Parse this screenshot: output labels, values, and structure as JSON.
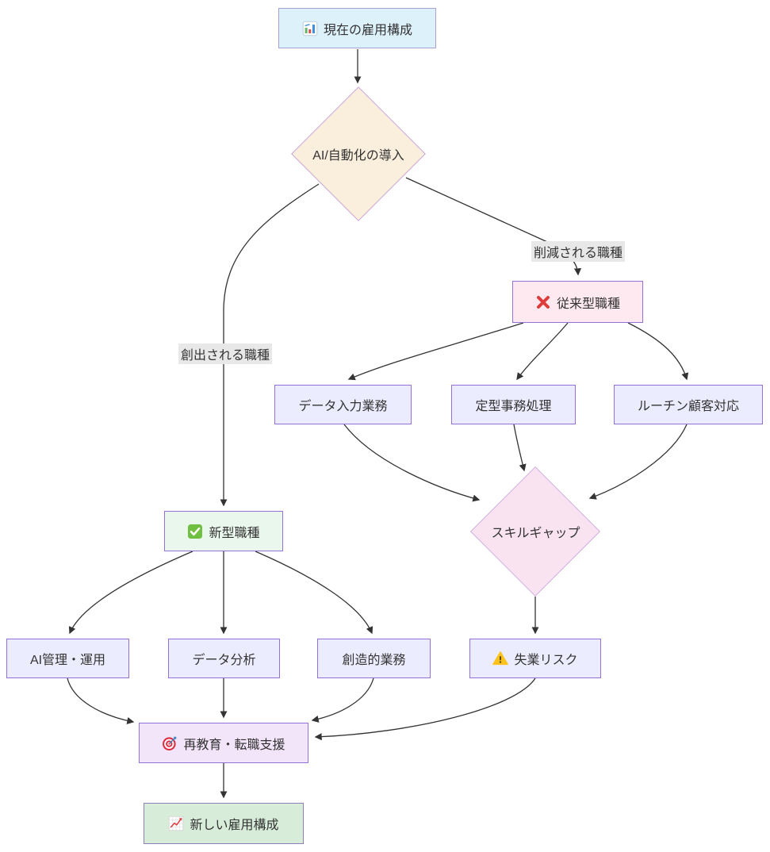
{
  "nodes": {
    "current": {
      "label": "現在の雇用構成",
      "icon": "bar-chart-icon"
    },
    "ai_adoption": {
      "label": "AI/自動化の導入"
    },
    "traditional": {
      "label": "従来型職種",
      "icon": "cross-mark-icon"
    },
    "data_entry": {
      "label": "データ入力業務"
    },
    "routine_clerical": {
      "label": "定型事務処理"
    },
    "routine_customer": {
      "label": "ルーチン顧客対応"
    },
    "skill_gap": {
      "label": "スキルギャップ"
    },
    "new_type": {
      "label": "新型職種",
      "icon": "check-icon"
    },
    "ai_management": {
      "label": "AI管理・運用"
    },
    "data_analysis": {
      "label": "データ分析"
    },
    "creative_work": {
      "label": "創造的業務"
    },
    "unemployment_risk": {
      "label": "失業リスク",
      "icon": "warning-icon"
    },
    "retraining": {
      "label": "再教育・転職支援",
      "icon": "target-icon"
    },
    "new_structure": {
      "label": "新しい雇用構成",
      "icon": "chart-up-icon"
    }
  },
  "edge_labels": {
    "created_jobs": "創出される職種",
    "reduced_jobs": "削減される職種"
  },
  "colors": {
    "edge": "#333333",
    "node_border": "#9370db",
    "default_node_fill": "#ececff",
    "current_fill": "#ddf1fb",
    "decision_fill": "#faeedd",
    "traditional_fill": "#fde9ef",
    "skill_gap_fill": "#f9e3f0",
    "new_type_fill": "#eaf7ed",
    "retraining_fill": "#f2e4f9",
    "new_structure_fill": "#d7ecd9",
    "edge_label_bg": "#e8e8e8"
  }
}
